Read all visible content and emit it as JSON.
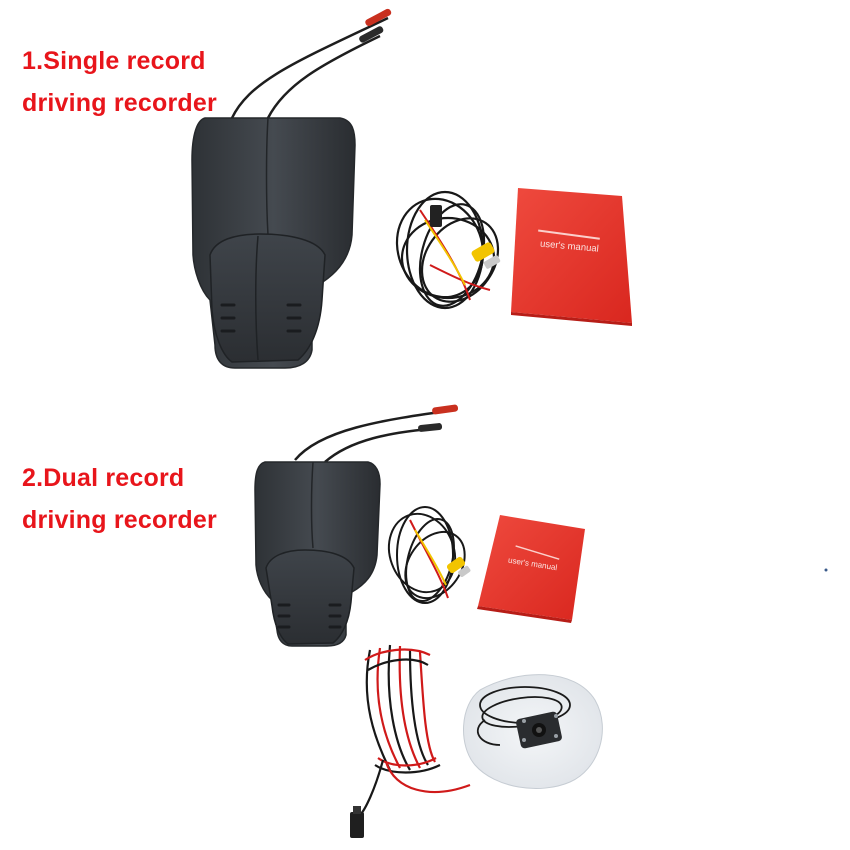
{
  "section_single": {
    "title_line1": "1.Single record",
    "title_line2": "driving recorder",
    "manual_cover_text": "user's manual"
  },
  "section_dual": {
    "title_line1": "2.Dual record",
    "title_line2": "driving recorder",
    "manual_cover_text": "user's manual"
  },
  "colors": {
    "label_text": "#e8151b",
    "device_body": "#3b3f44",
    "manual_cover": "#e8332c",
    "cable_red": "#d01a1a",
    "cable_yellow": "#f2c400"
  }
}
